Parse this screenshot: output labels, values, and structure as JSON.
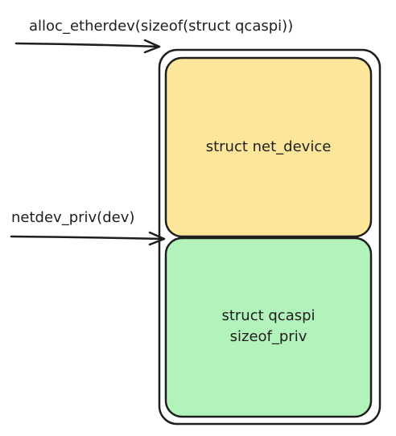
{
  "labels": {
    "alloc_call": "alloc_etherdev(sizeof(struct qcaspi))",
    "priv_call": "netdev_priv(dev)",
    "net_device": "struct net_device",
    "qcaspi_line1": "struct qcaspi",
    "qcaspi_line2": "sizeof_priv"
  },
  "colors": {
    "stroke": "#1e1e1e",
    "net_device_fill": "#fbe69a",
    "qcaspi_fill": "#b2f2bb",
    "outer_fill": "#ffffff"
  }
}
